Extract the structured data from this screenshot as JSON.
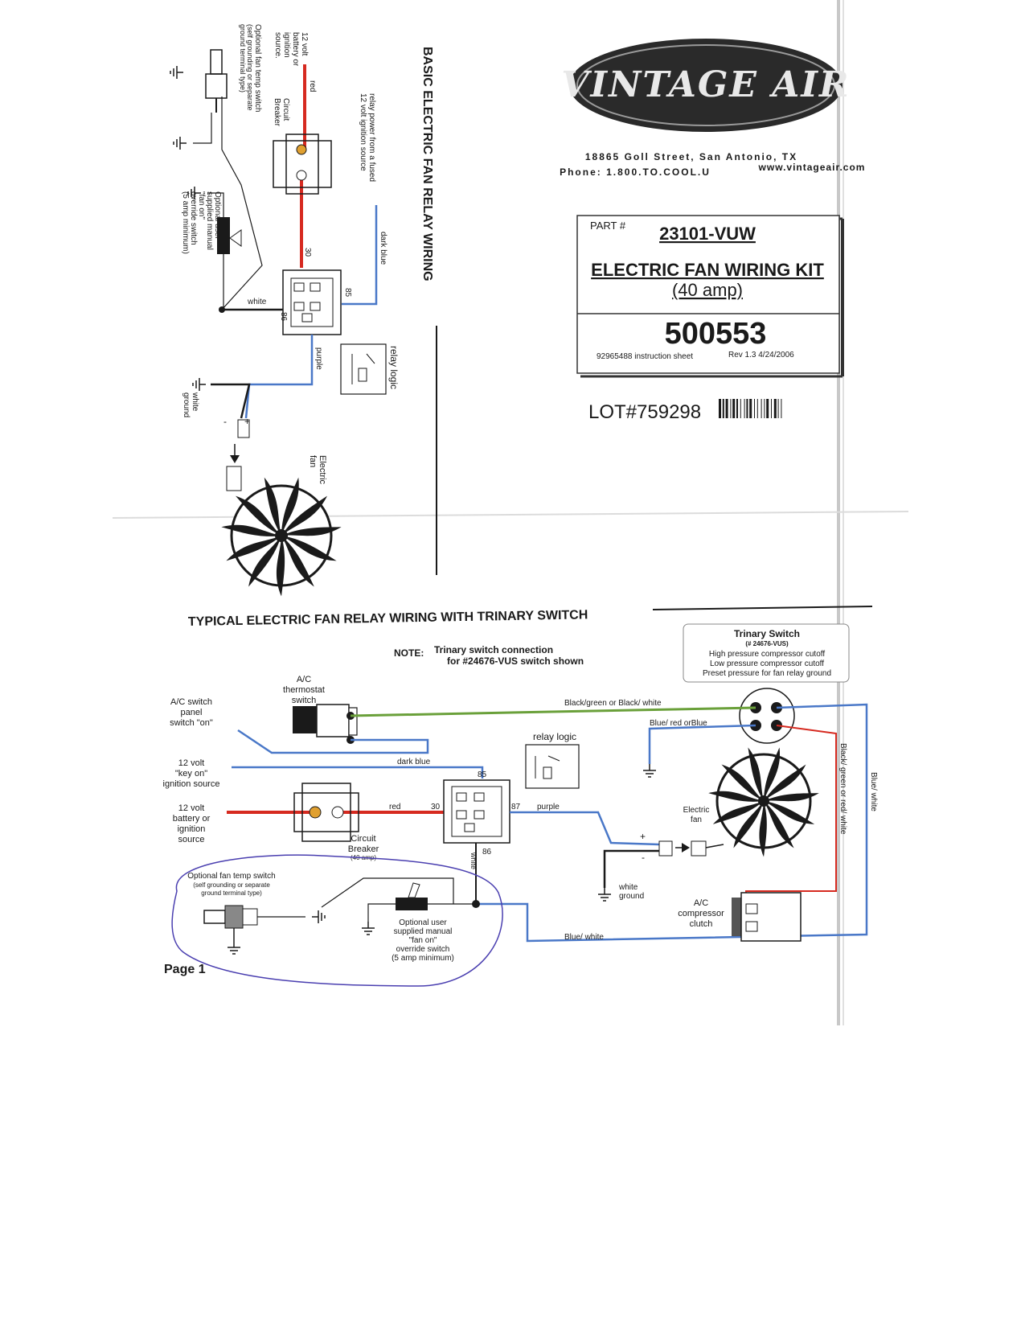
{
  "colors": {
    "red_wire": "#d62a20",
    "blue_wire": "#4a78c8",
    "green_wire": "#6aa03a",
    "black_wire": "#1a1a1a",
    "logo_dark": "#2a2a2a"
  },
  "header": {
    "logo_text": "VINTAGE AIR",
    "address": "18865 Goll Street, San Antonio, TX",
    "phone": "Phone: 1.800.TO.COOL.U",
    "website": "www.vintageair.com"
  },
  "part_box": {
    "part_label": "PART #",
    "part_number": "23101-VUW",
    "kit_title": "ELECTRIC FAN WIRING KIT",
    "kit_amp": "(40 amp)",
    "sheet_number": "500553",
    "instruction_sheet": "92965488 instruction sheet",
    "revision": "Rev 1.3  4/24/2006"
  },
  "lot": "LOT#759298",
  "basic": {
    "title": "BASIC ELECTRIC FAN RELAY WIRING",
    "source_label": [
      "12 volt",
      "battery or",
      "ignition",
      "source."
    ],
    "fan_temp_switch": [
      "Optional fan temp switch",
      "(self grounding or separate",
      "ground terminal type)"
    ],
    "circuit_breaker": [
      "Circuit",
      "Breaker"
    ],
    "relay_power": [
      "relay power from a fused",
      "12 volt ignition source"
    ],
    "wire_red": "red",
    "wire_dark_blue": "dark blue",
    "wire_white": "white",
    "wire_purple": "purple",
    "wire_white_ground": [
      "white",
      "ground"
    ],
    "pin_30": "30",
    "pin_85": "85",
    "pin_86": "86",
    "manual_switch": [
      "Optional user",
      "supplied manual",
      "\"fan on\"",
      "override switch",
      "(5 amp minimum)"
    ],
    "relay_logic": "relay logic",
    "electric_fan": [
      "Electric",
      "fan"
    ],
    "minus": "-",
    "plus": "+"
  },
  "trinary": {
    "title": "TYPICAL ELECTRIC FAN RELAY WIRING WITH TRINARY SWITCH",
    "note_label": "NOTE:",
    "note_line1": "Trinary switch connection",
    "note_line2": "for #24676-VUS switch shown",
    "switch_title": "Trinary Switch",
    "switch_part": "(# 24676-VUS)",
    "switch_lines": [
      "High pressure compressor cutoff",
      "Low pressure compressor cutoff",
      "Preset pressure for fan relay ground"
    ],
    "ac_thermostat": [
      "A/C",
      "thermostat",
      "switch"
    ],
    "ac_panel": [
      "A/C switch",
      "panel",
      "switch \"on\""
    ],
    "key_on": [
      "12 volt",
      "\"key on\"",
      "ignition source"
    ],
    "battery": [
      "12 volt",
      "battery or",
      "ignition",
      "source"
    ],
    "circuit_breaker": [
      "Circuit",
      "Breaker",
      "(40 amp)"
    ],
    "wire_bg": "Black/green or Black/ white",
    "wire_br": "Blue/ red orBlue",
    "wire_dark_blue": "dark blue",
    "wire_red": "red",
    "wire_purple": "purple",
    "wire_white": "white",
    "wire_blue_white": "Blue/ white",
    "wire_blue_white_v": "Blue/ white",
    "wire_bgrw": "Black/ green or red/ white",
    "relay_logic": "relay logic",
    "pin_85": "85",
    "pin_86": "86",
    "pin_87": "87",
    "pin_30": "30",
    "electric_fan": [
      "Electric",
      "fan"
    ],
    "white_ground": [
      "white",
      "ground"
    ],
    "compressor": [
      "A/C",
      "compressor",
      "clutch"
    ],
    "fan_temp": [
      "Optional fan temp switch",
      "(self grounding or separate",
      "ground terminal type)"
    ],
    "manual_switch": [
      "Optional user",
      "supplied manual",
      "\"fan on\"",
      "override switch",
      "(5 amp minimum)"
    ],
    "plus": "+",
    "minus": "-"
  },
  "footer": {
    "page": "Page 1"
  }
}
